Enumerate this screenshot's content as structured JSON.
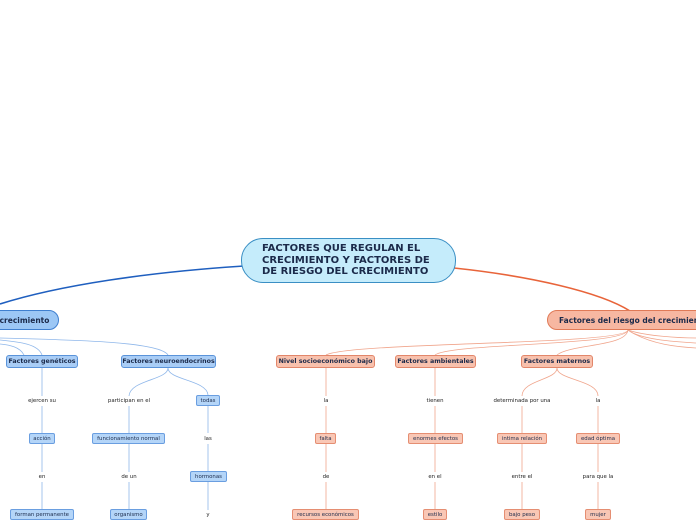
{
  "central": "FACTORES QUE REGULAN EL\nCRECIMIENTO Y FACTORES DE\nDE RIESGO DEL CRECIMIENTO",
  "left_main": "crecimiento",
  "right_main": "Factores del riesgo del crecimiento",
  "left": {
    "geneticos": {
      "title": "Factores genéticos",
      "l1": "ejercen su",
      "b1": "acción",
      "l2": "en",
      "b2": "forman permanente"
    },
    "neuro": {
      "title": "Factores neuroendocrinos",
      "a": {
        "l1": "participan en el",
        "b1": "funcionamiento normal",
        "l2": "de un",
        "b2": "organismo"
      },
      "b": {
        "b0": "todas",
        "l1": "las",
        "b1": "hormonas",
        "l2": "y"
      }
    }
  },
  "right": {
    "socio": {
      "title": "Nivel socioeconómico bajo",
      "l1": "la",
      "b1": "falta",
      "l2": "de",
      "b2": "recursos económicos"
    },
    "ambientales": {
      "title": "Factores ambientales",
      "l1": "tienen",
      "b1": "enormes efectos",
      "l2": "en el",
      "b2": "estilo"
    },
    "maternos": {
      "title": "Factores maternos",
      "a": {
        "l1": "determinada por una",
        "b1": "intima relación",
        "l2": "entre el",
        "b2": "bajo peso"
      },
      "b": {
        "l1": "la",
        "b1": "edad óptima",
        "l2": "para que la",
        "b2": "mujer"
      }
    }
  },
  "colors": {
    "blue_line": "#3f7fcf",
    "blue_light": "#8fb7ea",
    "red_line": "#e8643a",
    "red_light": "#f0a58c"
  }
}
